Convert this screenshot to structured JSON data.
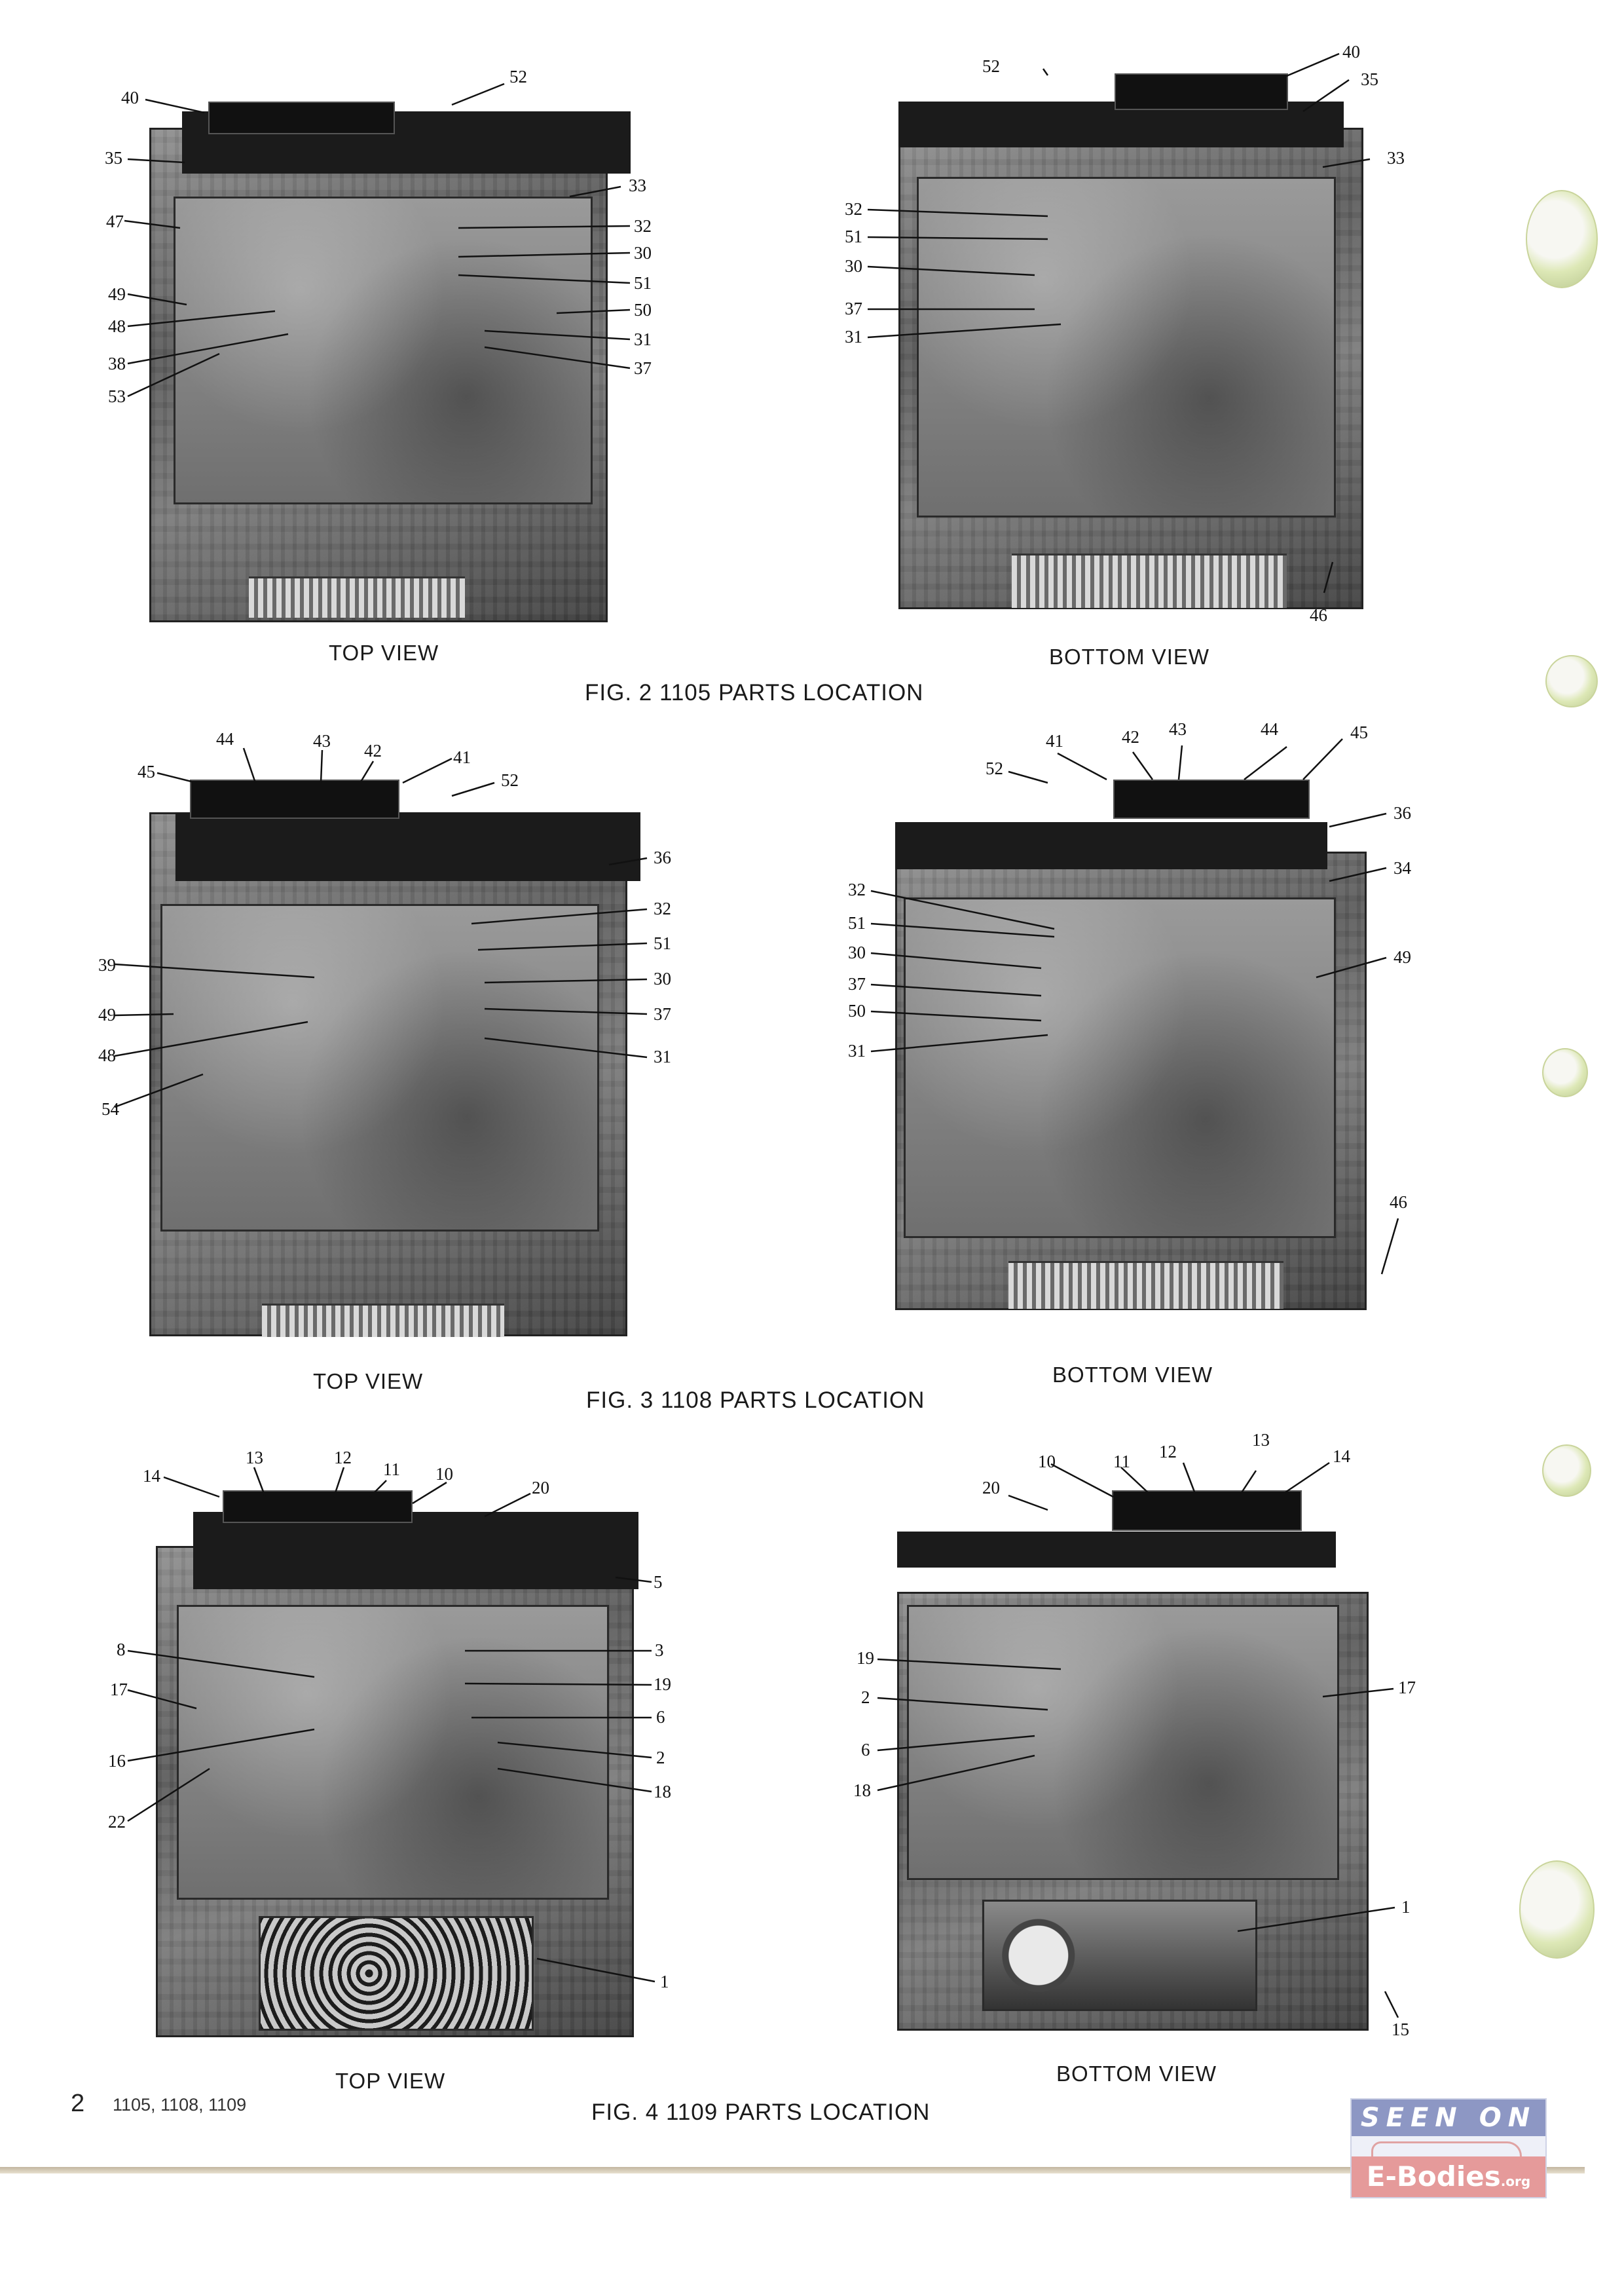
{
  "figures": [
    {
      "caption": "FIG. 2   1105 PARTS LOCATION",
      "top": {
        "view_label": "TOP VIEW",
        "callouts": [
          {
            "n": "40"
          },
          {
            "n": "52"
          },
          {
            "n": "35"
          },
          {
            "n": "33"
          },
          {
            "n": "47"
          },
          {
            "n": "32"
          },
          {
            "n": "30"
          },
          {
            "n": "51"
          },
          {
            "n": "49"
          },
          {
            "n": "50"
          },
          {
            "n": "48"
          },
          {
            "n": "31"
          },
          {
            "n": "38"
          },
          {
            "n": "37"
          },
          {
            "n": "53"
          }
        ]
      },
      "bottom": {
        "view_label": "BOTTOM VIEW",
        "callouts": [
          {
            "n": "52"
          },
          {
            "n": "40"
          },
          {
            "n": "35"
          },
          {
            "n": "33"
          },
          {
            "n": "32"
          },
          {
            "n": "51"
          },
          {
            "n": "30"
          },
          {
            "n": "37"
          },
          {
            "n": "31"
          },
          {
            "n": "46"
          }
        ]
      }
    },
    {
      "caption": "FIG. 3   1108 PARTS LOCATION",
      "top": {
        "view_label": "TOP VIEW",
        "callouts": [
          {
            "n": "44"
          },
          {
            "n": "43"
          },
          {
            "n": "42"
          },
          {
            "n": "45"
          },
          {
            "n": "41"
          },
          {
            "n": "52"
          },
          {
            "n": "36"
          },
          {
            "n": "32"
          },
          {
            "n": "51"
          },
          {
            "n": "39"
          },
          {
            "n": "30"
          },
          {
            "n": "49"
          },
          {
            "n": "37"
          },
          {
            "n": "48"
          },
          {
            "n": "31"
          },
          {
            "n": "54"
          }
        ]
      },
      "bottom": {
        "view_label": "BOTTOM VIEW",
        "callouts": [
          {
            "n": "43"
          },
          {
            "n": "44"
          },
          {
            "n": "41"
          },
          {
            "n": "42"
          },
          {
            "n": "45"
          },
          {
            "n": "52"
          },
          {
            "n": "36"
          },
          {
            "n": "34"
          },
          {
            "n": "32"
          },
          {
            "n": "51"
          },
          {
            "n": "30"
          },
          {
            "n": "49"
          },
          {
            "n": "37"
          },
          {
            "n": "50"
          },
          {
            "n": "31"
          },
          {
            "n": "46"
          }
        ]
      }
    },
    {
      "caption": "FIG. 4   1109 PARTS LOCATION",
      "top": {
        "view_label": "TOP VIEW",
        "callouts": [
          {
            "n": "13"
          },
          {
            "n": "12"
          },
          {
            "n": "11"
          },
          {
            "n": "14"
          },
          {
            "n": "10"
          },
          {
            "n": "20"
          },
          {
            "n": "5"
          },
          {
            "n": "8"
          },
          {
            "n": "3"
          },
          {
            "n": "19"
          },
          {
            "n": "17"
          },
          {
            "n": "6"
          },
          {
            "n": "16"
          },
          {
            "n": "2"
          },
          {
            "n": "18"
          },
          {
            "n": "22"
          },
          {
            "n": "1"
          }
        ]
      },
      "bottom": {
        "view_label": "BOTTOM VIEW",
        "callouts": [
          {
            "n": "13"
          },
          {
            "n": "12"
          },
          {
            "n": "14"
          },
          {
            "n": "10"
          },
          {
            "n": "11"
          },
          {
            "n": "20"
          },
          {
            "n": "19"
          },
          {
            "n": "17"
          },
          {
            "n": "2"
          },
          {
            "n": "6"
          },
          {
            "n": "18"
          },
          {
            "n": "1"
          },
          {
            "n": "15"
          }
        ]
      }
    }
  ],
  "footer": {
    "page_number": "2",
    "models": "1105, 1108, 1109"
  },
  "badge": {
    "top_text": "SEEN ON",
    "brand": "E-Bodies",
    "brand_suffix": ".org"
  }
}
